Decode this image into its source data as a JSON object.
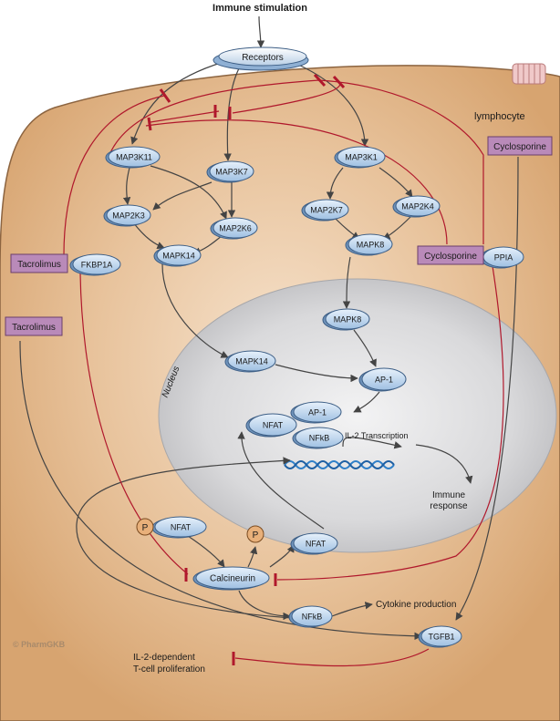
{
  "title": "Immune stimulation",
  "cell_label": "lymphocyte",
  "nucleus_label": "Nucleus",
  "watermark": "© PharmGKB",
  "nodes": {
    "receptors": "Receptors",
    "map3k11": "MAP3K11",
    "map3k7": "MAP3K7",
    "map3k1": "MAP3K1",
    "map2k3": "MAP2K3",
    "map2k6": "MAP2K6",
    "map2k7": "MAP2K7",
    "map2k4": "MAP2K4",
    "mapk14": "MAPK14",
    "mapk8": "MAPK8",
    "mapk8_nuc": "MAPK8",
    "mapk14_nuc": "MAPK14",
    "ap1": "AP-1",
    "ap1_complex": "AP-1",
    "nfat_complex": "NFAT",
    "nfkb_complex": "NFkB",
    "nfat_p": "NFAT",
    "nfat": "NFAT",
    "calcineurin": "Calcineurin",
    "nfkb": "NFkB",
    "tgfb1": "TGFB1",
    "fkbp1a": "FKBP1A",
    "ppia": "PPIA",
    "p_left": "P",
    "p_right": "P"
  },
  "drugs": {
    "tacrolimus_upper": "Tacrolimus",
    "tacrolimus_lower": "Tacrolimus",
    "cyclosporine_upper": "Cyclosporine",
    "cyclosporine_mid": "Cyclosporine"
  },
  "labels": {
    "il2_transcription": "IL-2 Transcription",
    "immune_response_1": "Immune",
    "immune_response_2": "response",
    "cytokine_production": "Cytokine production",
    "il2_proliferation_1": "IL-2-dependent",
    "il2_proliferation_2": "T-cell proliferation"
  },
  "colors": {
    "cell_fill": "#d9a878",
    "cell_stroke": "#8c6440",
    "nucleus_fill": "#d2d2d4",
    "node_fill": "#bcd6ee",
    "node_stroke": "#3e5f86",
    "drug_fill": "#b98ab9",
    "drug_stroke": "#6a3f6a",
    "inhibit": "#b0182c",
    "arrow": "#444444",
    "phosphate": "#e8b07a"
  }
}
